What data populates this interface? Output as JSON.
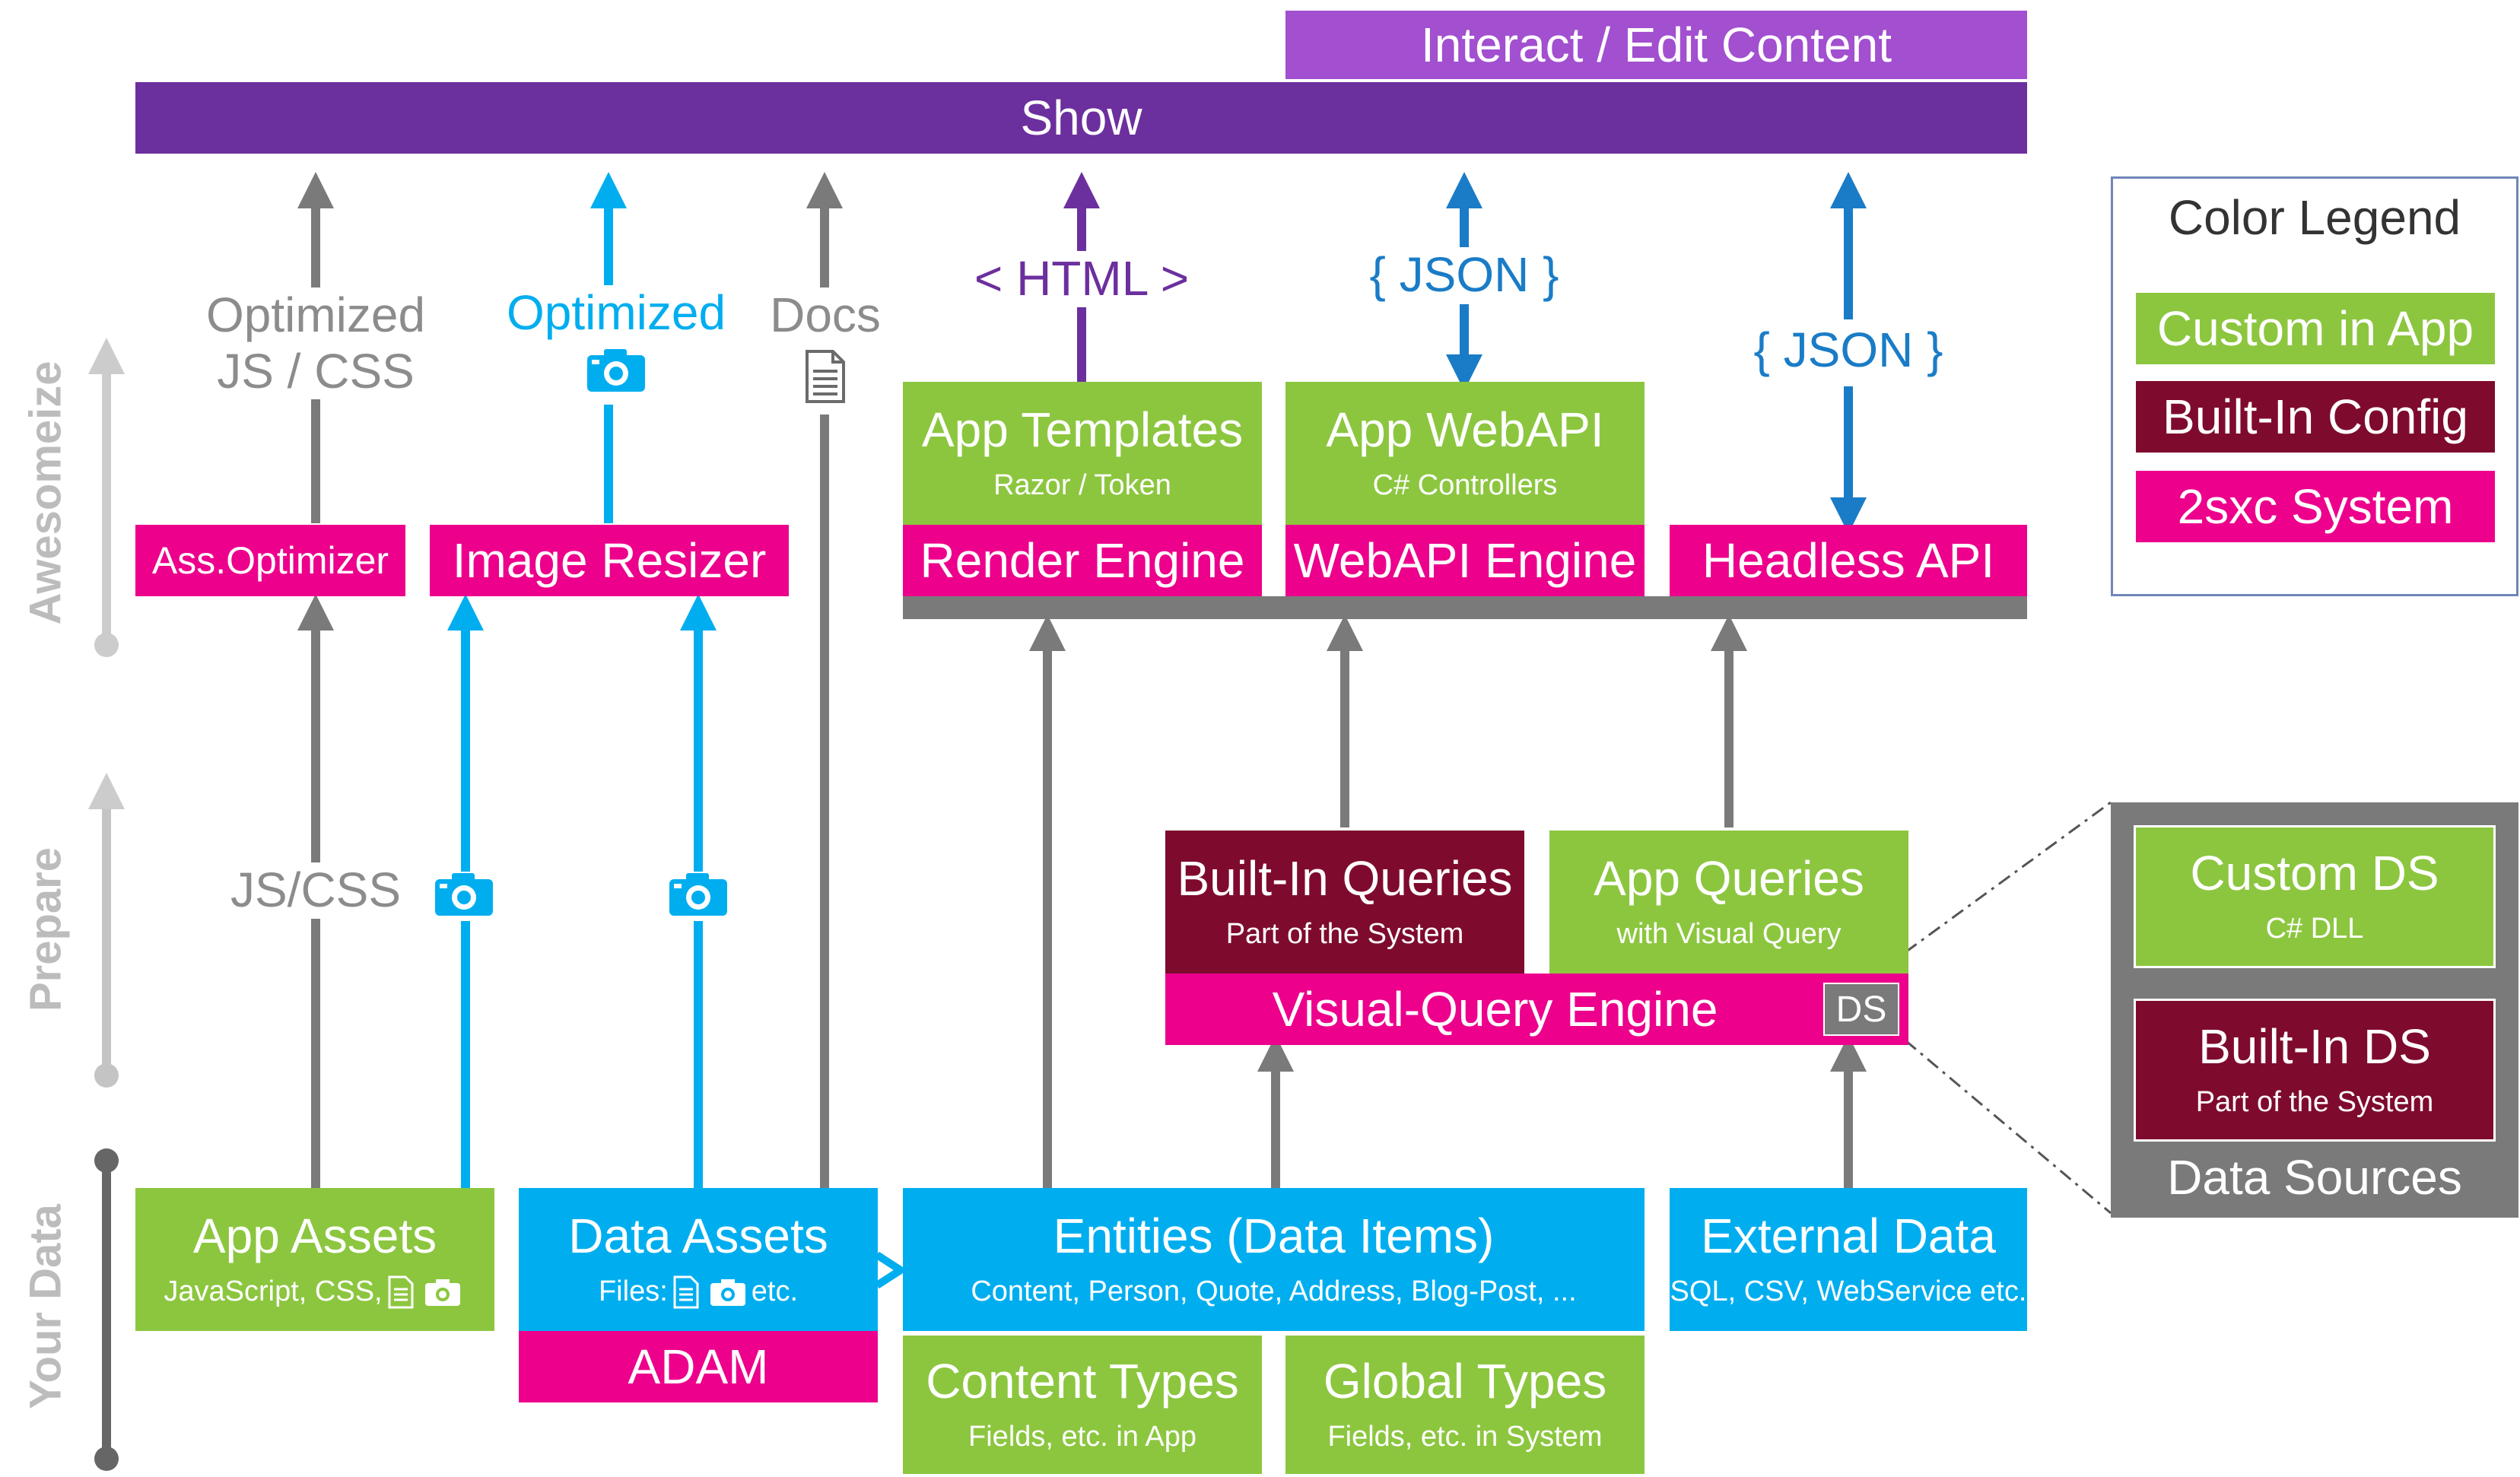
{
  "top": {
    "interact": "Interact / Edit Content",
    "show": "Show"
  },
  "side_labels": {
    "awesomeize": "Awesomeize",
    "prepare": "Prepare",
    "your_data": "Your Data"
  },
  "flow_labels": {
    "optimized_js_css_1": "Optimized",
    "optimized_js_css_2": "JS / CSS",
    "optimized_images": "Optimized",
    "docs": "Docs",
    "html": "< HTML >",
    "json_webapi": "{ JSON }",
    "json_headless": "{ JSON }",
    "js_css": "JS/CSS"
  },
  "engines": {
    "ass_optimizer": "Ass.Optimizer",
    "image_resizer": "Image Resizer",
    "render_engine": "Render Engine",
    "webapi_engine": "WebAPI Engine",
    "headless_api": "Headless API",
    "visual_query_engine": "Visual-Query Engine",
    "ds_tag": "DS"
  },
  "apps": {
    "app_templates": {
      "title": "App Templates",
      "sub": "Razor / Token"
    },
    "app_webapi": {
      "title": "App WebAPI",
      "sub": "C# Controllers"
    }
  },
  "queries": {
    "builtin": {
      "title": "Built-In Queries",
      "sub": "Part of the System"
    },
    "app": {
      "title": "App Queries",
      "sub": "with Visual Query"
    }
  },
  "data": {
    "app_assets": {
      "title": "App Assets",
      "sub": "JavaScript, CSS,"
    },
    "data_assets": {
      "title": "Data Assets",
      "sub_files": "Files:",
      "sub_etc": "etc."
    },
    "adam": "ADAM",
    "entities": {
      "title": "Entities (Data Items)",
      "sub": "Content, Person, Quote, Address, Blog-Post, ..."
    },
    "external": {
      "title": "External Data",
      "sub": "SQL, CSV, WebService etc."
    },
    "content_types": {
      "title": "Content Types",
      "sub": "Fields, etc. in App"
    },
    "global_types": {
      "title": "Global Types",
      "sub": "Fields, etc. in System"
    }
  },
  "legend": {
    "title": "Color Legend",
    "items": [
      "Custom in App",
      "Built-In Config",
      "2sxc System"
    ],
    "colors": [
      "#8cc63f",
      "#7e0b2d",
      "#ec008c"
    ]
  },
  "data_sources": {
    "custom": {
      "title": "Custom DS",
      "sub": "C# DLL"
    },
    "builtin": {
      "title": "Built-In DS",
      "sub": "Part of the System"
    },
    "label": "Data Sources"
  },
  "colors": {
    "green": "#8cc63f",
    "pink": "#ec008c",
    "maroon": "#7e0b2d",
    "blue": "#00aeef",
    "purple": "#6c2f9e",
    "light_purple": "#a24fd0",
    "grey": "#7a7a7a",
    "arrow_blue": "#1a7cc7"
  }
}
